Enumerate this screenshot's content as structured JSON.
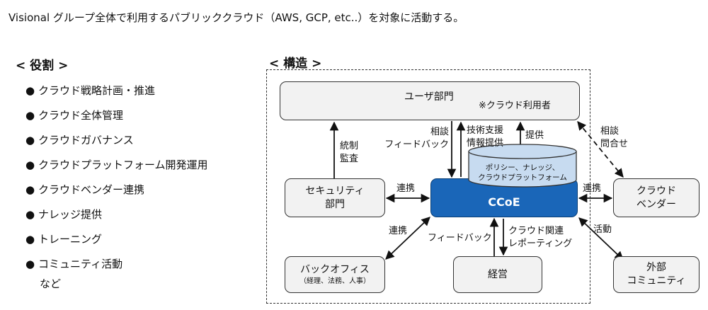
{
  "intro": "Visional グループ全体で利用するパブリッククラウド（AWS, GCP, etc..）を対象に活動する。",
  "roles": {
    "title": "< 役割 >",
    "bullet": "●",
    "items": [
      "クラウド戦略計画・推進",
      "クラウド全体管理",
      "クラウドガバナンス",
      "クラウドプラットフォーム開発運用",
      "クラウドベンダー連携",
      "ナレッジ提供",
      "トレーニング",
      "コミュニティ活動"
    ],
    "etc": "など"
  },
  "structure": {
    "title": "< 構造 >",
    "user": {
      "label": "ユーザ部門",
      "note": "※クラウド利用者"
    },
    "db": {
      "line1": "ポリシー、ナレッジ、",
      "line2": "クラウドプラットフォーム"
    },
    "ccoe": "CCoE",
    "security": {
      "line1": "セキュリティ",
      "line2": "部門"
    },
    "backoffice": {
      "line1": "バックオフィス",
      "line2": "（経理、法務、人事）"
    },
    "management": "経営",
    "vendor": {
      "line1": "クラウド",
      "line2": "ベンダー"
    },
    "community": {
      "line1": "外部",
      "line2": "コミュニティ"
    },
    "labels": {
      "governance": [
        "統制",
        "監査"
      ],
      "consult": [
        "相談",
        "フィードバック"
      ],
      "support": [
        "技術支援",
        "情報提供"
      ],
      "provide": "提供",
      "inquiry": [
        "相談",
        "問合せ"
      ],
      "link_security": "連携",
      "link_vendor": "連携",
      "link_backoffice": "連携",
      "feedback_mgmt": "フィードバック",
      "reporting": [
        "クラウド関連",
        "レポーティング"
      ],
      "activity": "活動"
    }
  }
}
